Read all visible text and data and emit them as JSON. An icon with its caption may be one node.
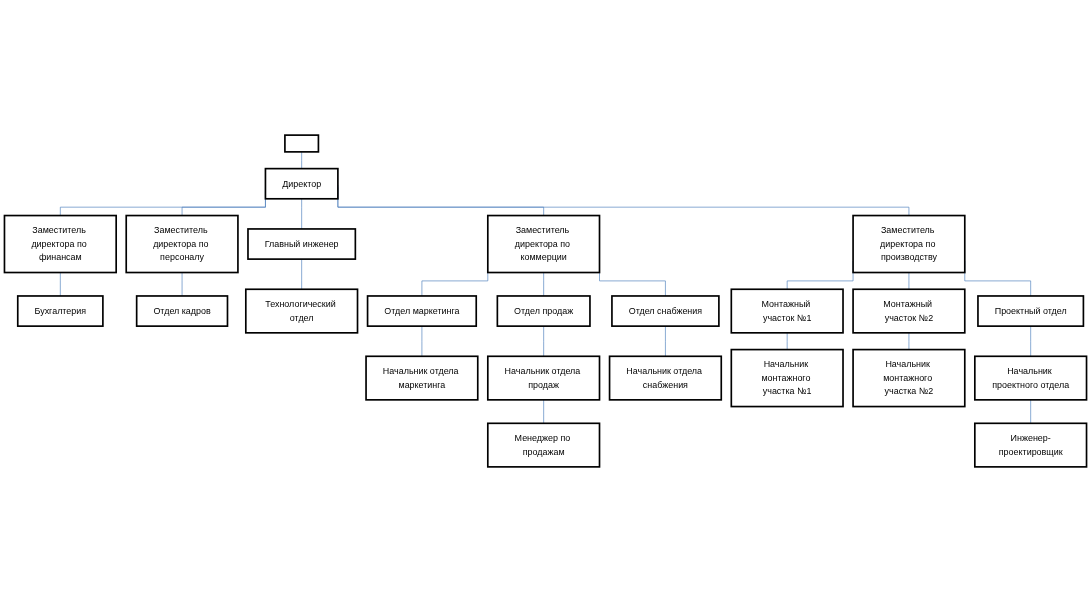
{
  "diagram": {
    "nodes": [
      {
        "text": [],
        "shape": "box"
      },
      {
        "text": [
          "Директор"
        ]
      },
      {
        "text": [
          "Заместитель директора по финансам"
        ]
      },
      {
        "text": [
          "Бухгалтерия"
        ]
      },
      {
        "text": [
          "Заместитель директора по коммерции"
        ]
      },
      {
        "text": [
          "Заместитель директора по персоналу"
        ]
      },
      {
        "text": [
          "Отдел кадров"
        ]
      },
      {
        "text": [
          "Заместитель директора по производству"
        ]
      },
      {
        "text": [
          "Главный инженер"
        ]
      },
      {
        "text": [
          "Технологический отдел"
        ]
      },
      {
        "text": [
          "Отдел маркетинга"
        ]
      },
      {
        "text": [
          "Начальник отдела маркетинга"
        ]
      },
      {
        "text": [
          "Отдел продаж"
        ]
      },
      {
        "text": [
          "Начальник отдела продаж"
        ]
      },
      {
        "text": [
          "Менеджер по продажам"
        ]
      },
      {
        "text": [
          "Отдел снабжения"
        ]
      },
      {
        "text": [
          "Начальник отдела снабжения"
        ]
      },
      {
        "text": [
          "Монтажный участок №1"
        ]
      },
      {
        "text": [
          "Начальник монтажного участка №1"
        ]
      },
      {
        "text": [
          "Монтажный участок №2"
        ]
      },
      {
        "text": [
          "Начальник монтажного участка №2"
        ]
      },
      {
        "text": [
          "Проектный отдел"
        ]
      },
      {
        "text": [
          "Начальник проектного отдела"
        ]
      },
      {
        "text": [
          "Инженер-проектировщик"
        ]
      }
    ],
    "edges": [
      {
        "from": 0,
        "to": 1,
        "arrow": "none"
      },
      {
        "from": 1,
        "to": 2,
        "arrow": "none"
      },
      {
        "from": 1,
        "to": 4,
        "arrow": "none"
      },
      {
        "from": 1,
        "to": 5,
        "arrow": "none"
      },
      {
        "from": 1,
        "to": 7,
        "arrow": "none"
      },
      {
        "from": 1,
        "to": 8,
        "arrow": "none"
      },
      {
        "from": 2,
        "to": 3,
        "arrow": "none"
      },
      {
        "from": 5,
        "to": 6,
        "arrow": "none"
      },
      {
        "from": 8,
        "to": 9,
        "arrow": "none"
      },
      {
        "from": 4,
        "to": 10,
        "arrow": "none"
      },
      {
        "from": 4,
        "to": 12,
        "arrow": "none"
      },
      {
        "from": 4,
        "to": 15,
        "arrow": "none"
      },
      {
        "from": 10,
        "to": 11,
        "arrow": "none"
      },
      {
        "from": 12,
        "to": 13,
        "arrow": "none"
      },
      {
        "from": 13,
        "to": 14,
        "arrow": "none"
      },
      {
        "from": 15,
        "to": 16,
        "arrow": "none"
      },
      {
        "from": 7,
        "to": 17,
        "arrow": "none"
      },
      {
        "from": 7,
        "to": 19,
        "arrow": "none"
      },
      {
        "from": 7,
        "to": 21,
        "arrow": "none"
      },
      {
        "from": 17,
        "to": 18,
        "arrow": "none"
      },
      {
        "from": 19,
        "to": 20,
        "arrow": "none"
      },
      {
        "from": 21,
        "to": 22,
        "arrow": "none"
      },
      {
        "from": 22,
        "to": 23,
        "arrow": "none"
      }
    ]
  }
}
